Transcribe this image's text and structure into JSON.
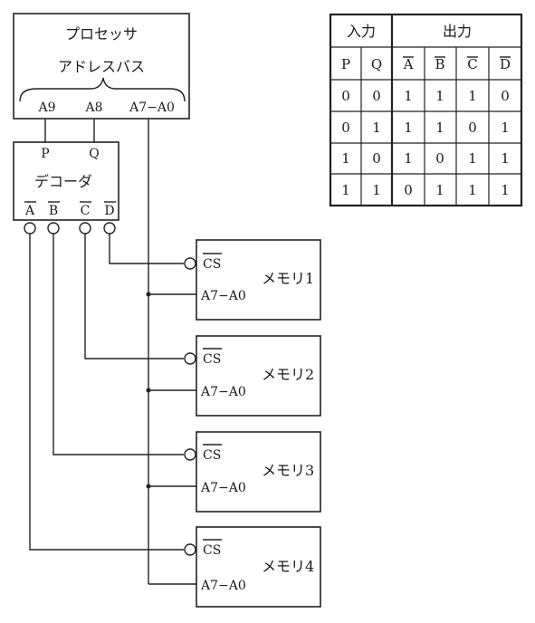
{
  "processor": {
    "title": "プロセッサ",
    "bus_label": "アドレスバス",
    "pins": [
      "A9",
      "A8",
      "A7−A0"
    ]
  },
  "decoder": {
    "title": "デコーダ",
    "inputs": [
      "P",
      "Q"
    ],
    "outputs": [
      "A",
      "B",
      "C",
      "D"
    ]
  },
  "memories": [
    {
      "cs_label": "CS",
      "addr_label": "A7−A0",
      "name": "メモリ1"
    },
    {
      "cs_label": "CS",
      "addr_label": "A7−A0",
      "name": "メモリ2"
    },
    {
      "cs_label": "CS",
      "addr_label": "A7−A0",
      "name": "メモリ3"
    },
    {
      "cs_label": "CS",
      "addr_label": "A7−A0",
      "name": "メモリ4"
    }
  ],
  "truth_table": {
    "input_header": "入力",
    "output_header": "出力",
    "columns": [
      "P",
      "Q",
      "A",
      "B",
      "C",
      "D"
    ],
    "rows": [
      [
        "0",
        "0",
        "1",
        "1",
        "1",
        "0"
      ],
      [
        "0",
        "1",
        "1",
        "1",
        "0",
        "1"
      ],
      [
        "1",
        "0",
        "1",
        "0",
        "1",
        "1"
      ],
      [
        "1",
        "1",
        "0",
        "1",
        "1",
        "1"
      ]
    ]
  }
}
